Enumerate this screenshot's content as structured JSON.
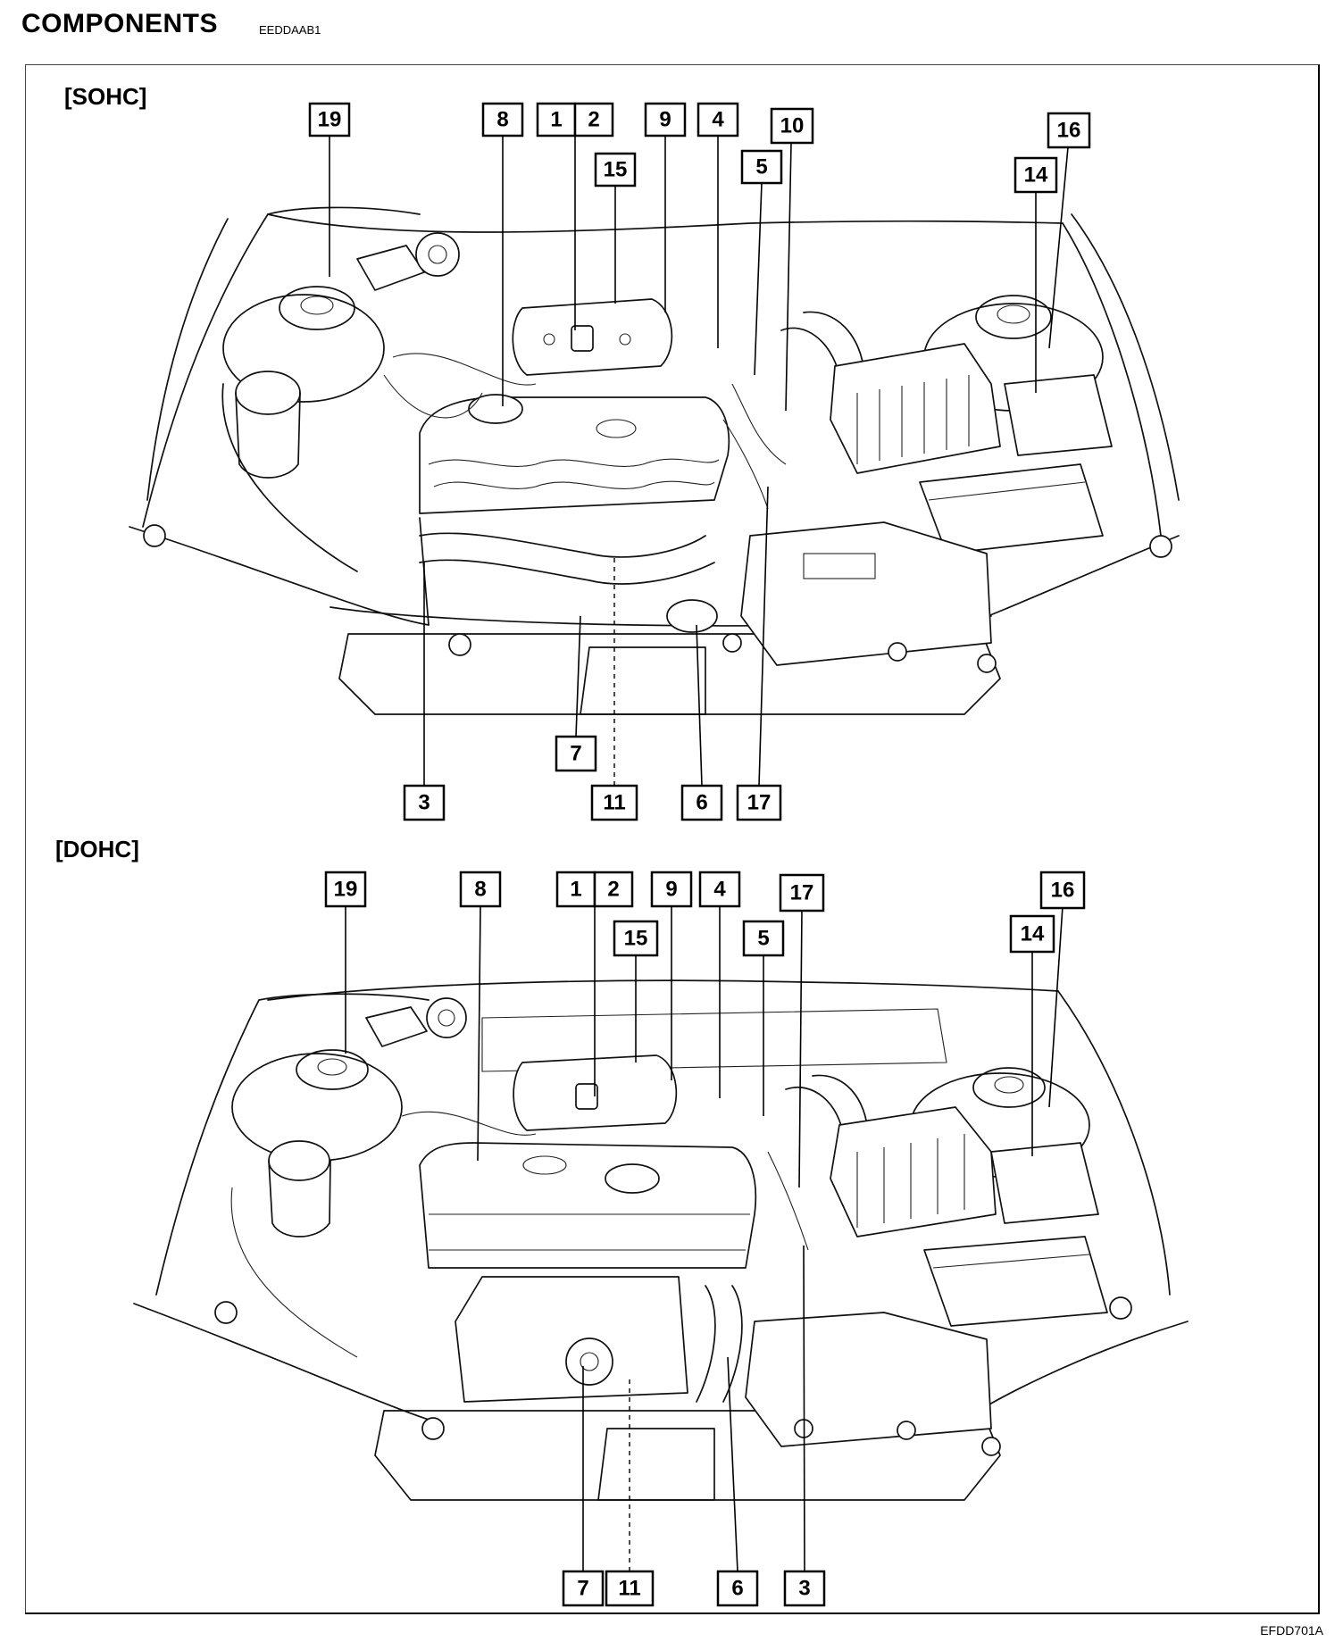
{
  "header": {
    "title": "COMPONENTS",
    "code": "EEDDAAB1"
  },
  "figure_code": "EFDD701A",
  "sohc": {
    "section_label": "[SOHC]",
    "labels": [
      "19",
      "8",
      "1",
      "2",
      "15",
      "9",
      "4",
      "10",
      "5",
      "16",
      "14",
      "3",
      "7",
      "11",
      "6",
      "17"
    ]
  },
  "dohc": {
    "section_label": "[DOHC]",
    "labels": [
      "19",
      "8",
      "1",
      "2",
      "15",
      "9",
      "4",
      "17",
      "5",
      "16",
      "14",
      "7",
      "11",
      "6",
      "3"
    ]
  }
}
